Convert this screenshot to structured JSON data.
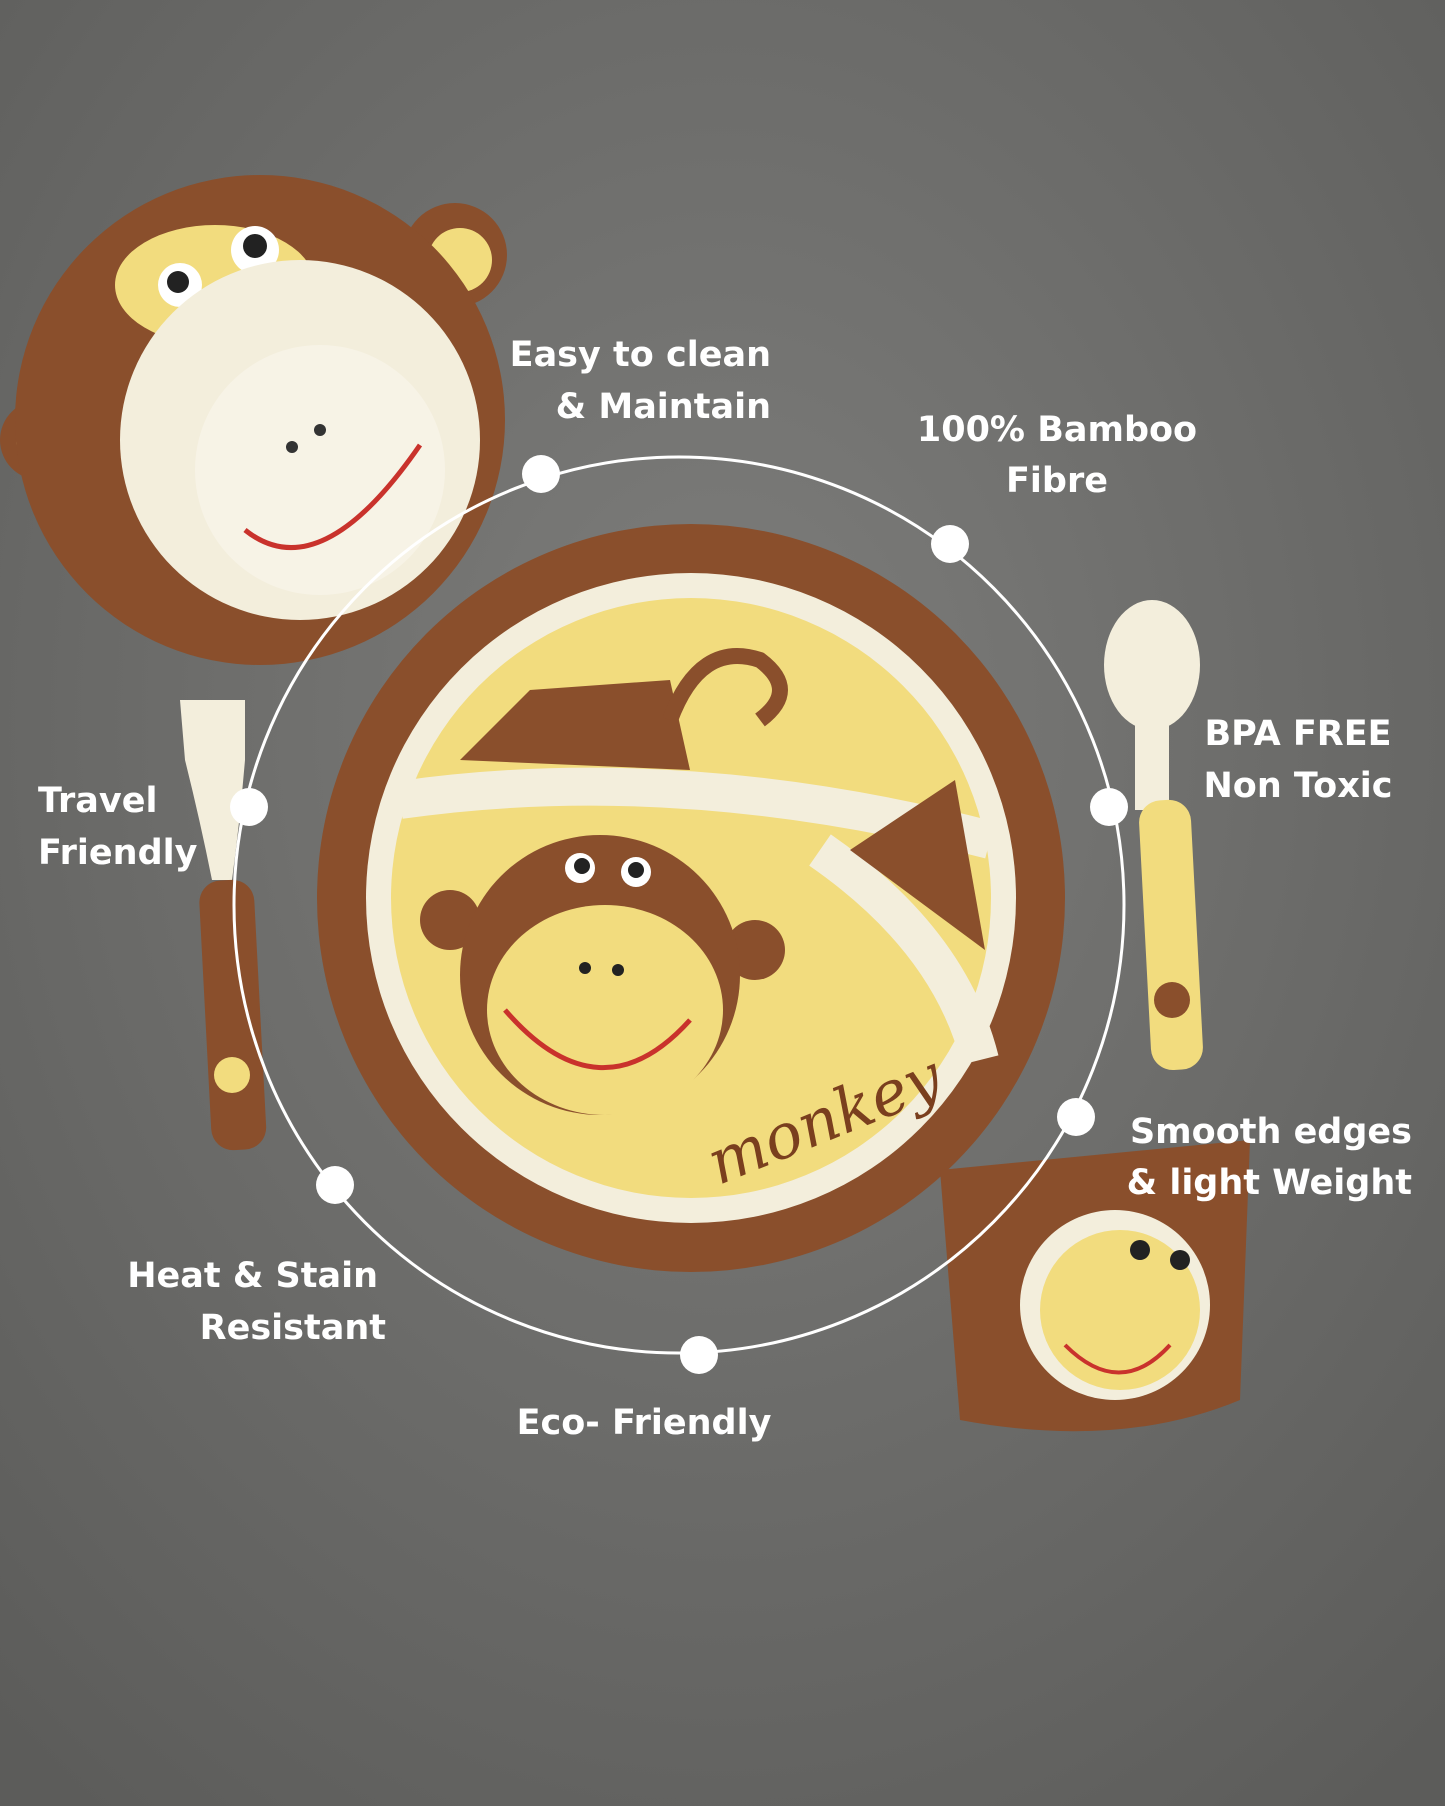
{
  "features": {
    "easy_clean": [
      "Easy to clean",
      "& Maintain"
    ],
    "bamboo": [
      "100% Bamboo",
      "Fibre"
    ],
    "bpa": [
      "BPA FREE",
      "Non Toxic"
    ],
    "smooth": [
      "Smooth edges",
      "& light Weight"
    ],
    "eco": [
      "Eco- Friendly"
    ],
    "heat": [
      "Heat & Stain",
      "Resistant"
    ],
    "travel": [
      "Travel",
      "Friendly"
    ]
  },
  "product": {
    "print_text": "monkey"
  },
  "colors": {
    "background": "#6d6d6b",
    "brown": "#8a4f2c",
    "yellow": "#f2dc7e",
    "cream": "#f3eedc",
    "ring": "#ffffff"
  }
}
